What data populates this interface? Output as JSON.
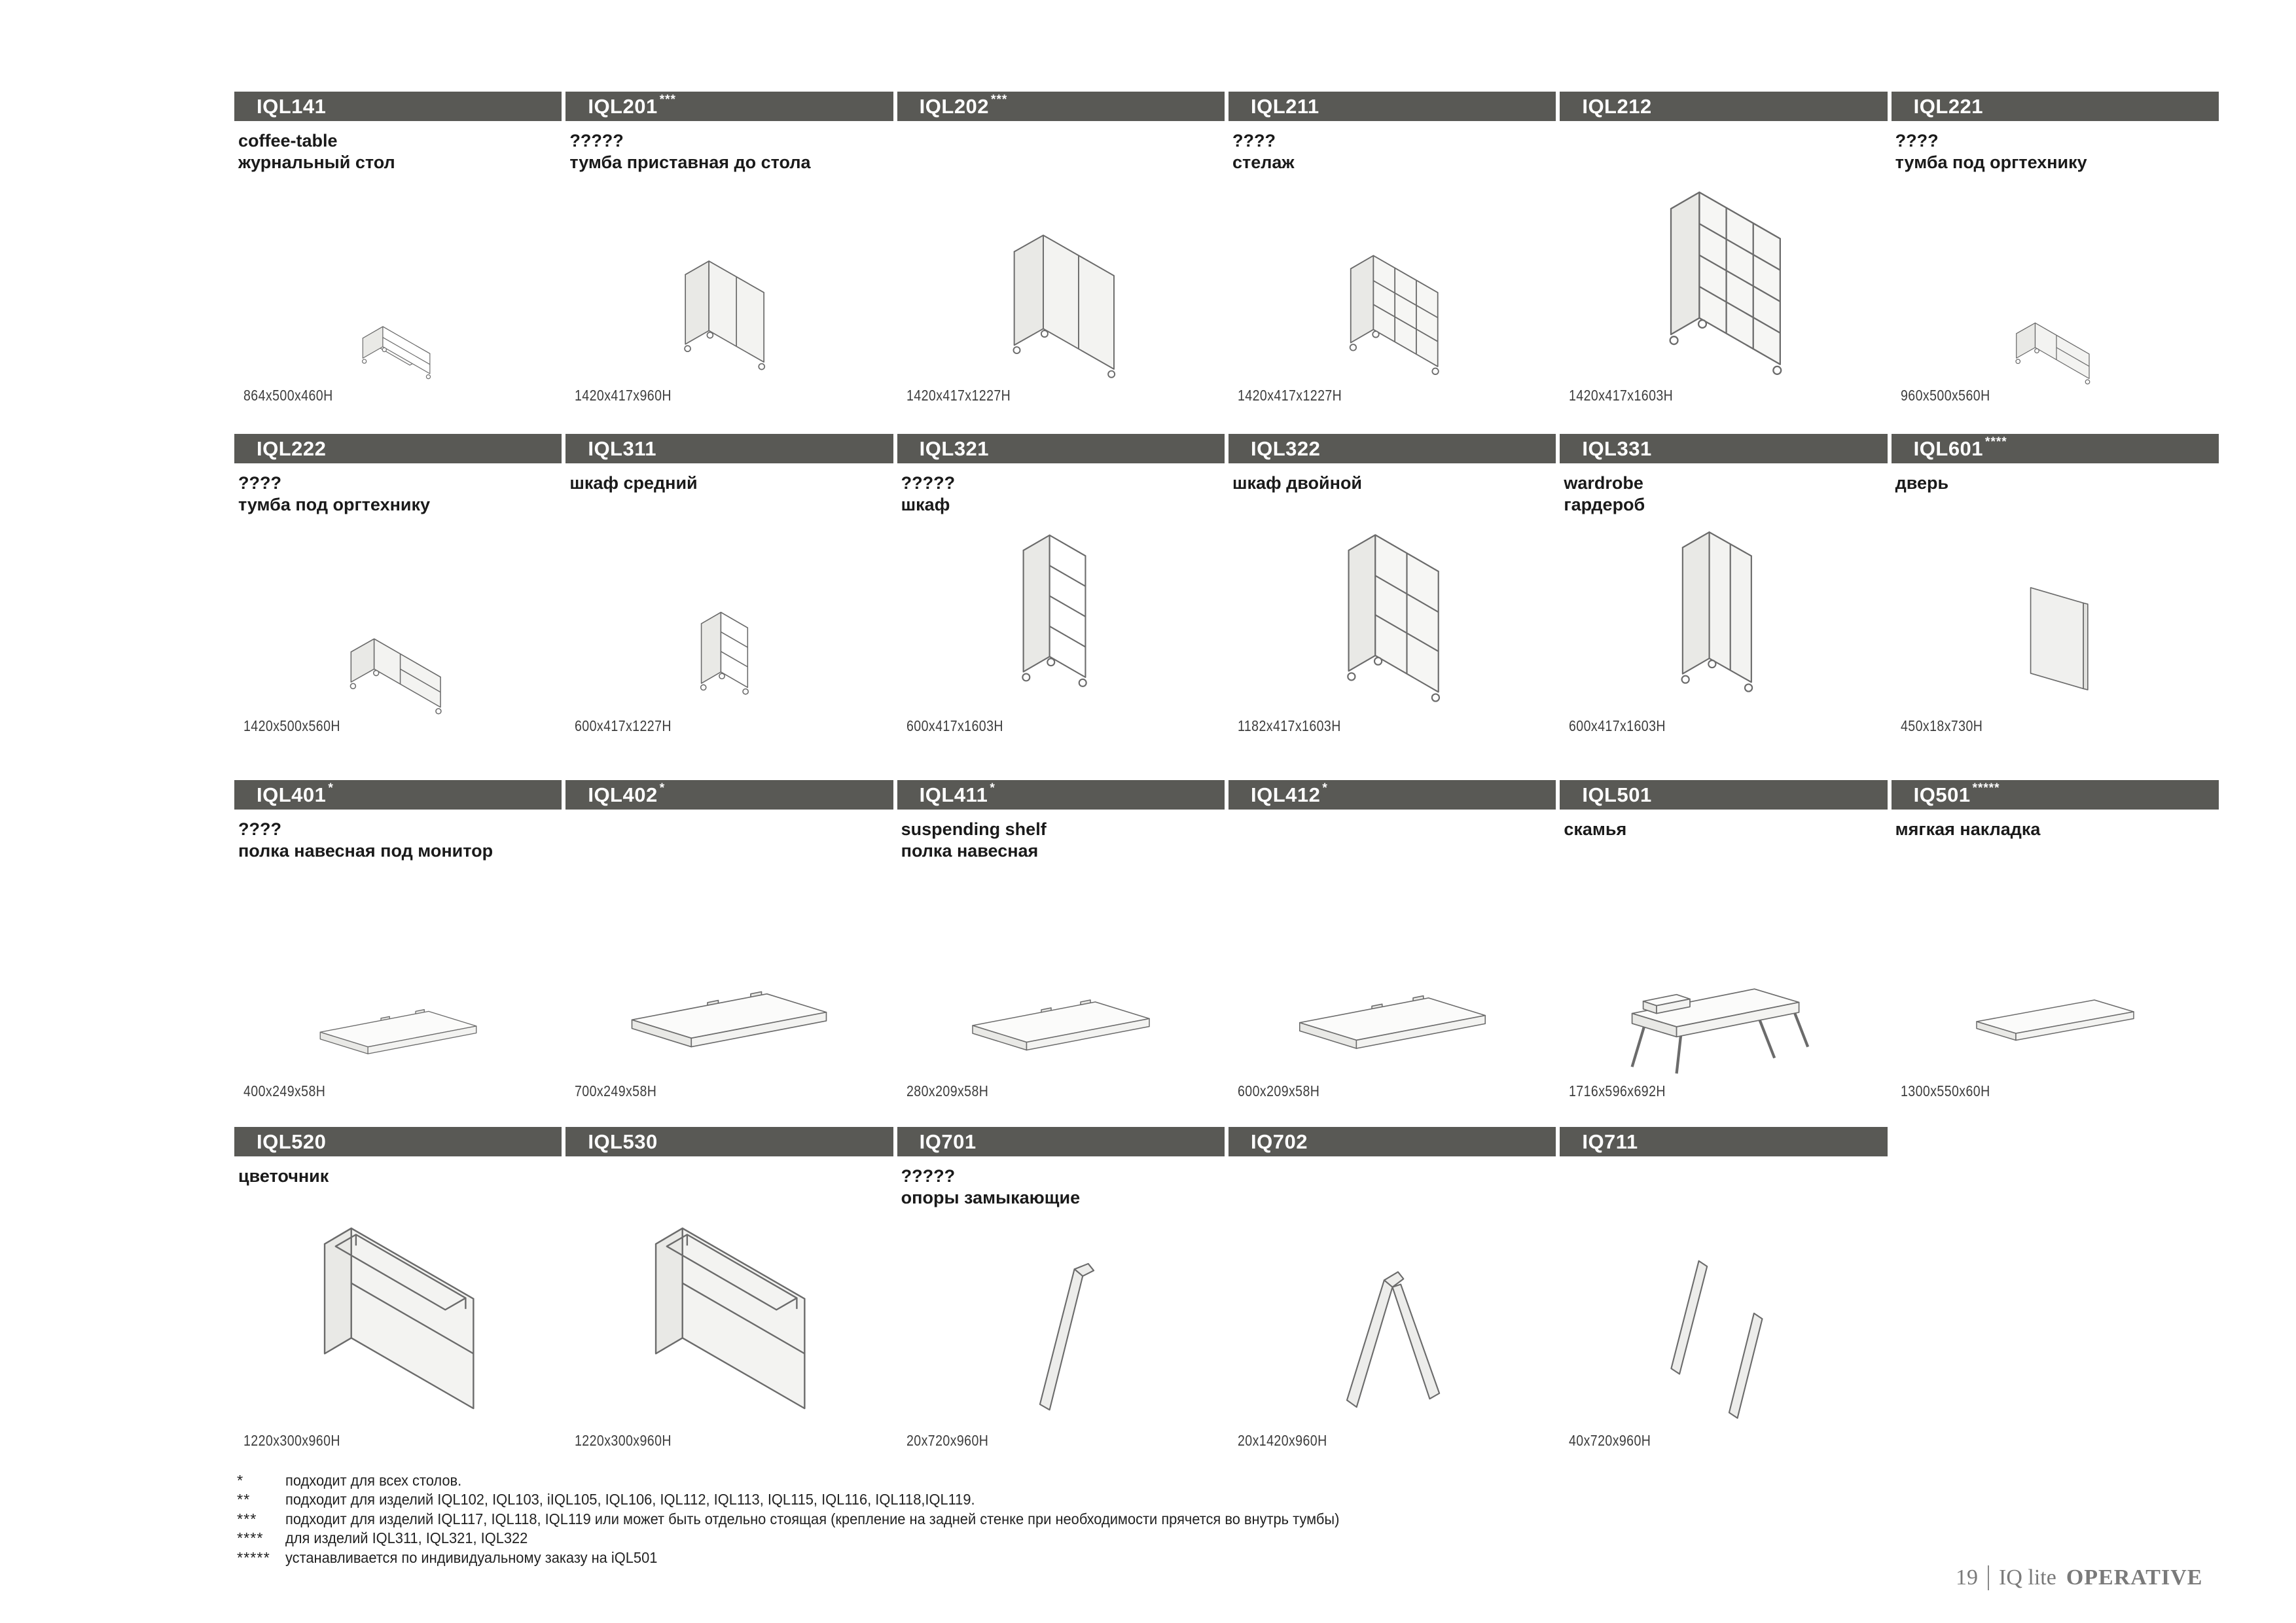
{
  "colors": {
    "header_bar": "#595955",
    "header_text": "#ffffff",
    "body_text": "#1a1a1a",
    "dims_text": "#3c3c3c",
    "footer_text": "#7a7a7a"
  },
  "rows": [
    {
      "cells": [
        {
          "code": "IQL141",
          "sup": "",
          "title1": "coffee-table",
          "title2": "журнальный стол",
          "dims": "864x500x460H"
        },
        {
          "code": "IQL201",
          "sup": "***",
          "title1": "?????",
          "title2": "тумба приставная до стола",
          "dims": "1420x417x960H"
        },
        {
          "code": "IQL202",
          "sup": "***",
          "title1": "",
          "title2": "",
          "dims": "1420x417x1227H"
        },
        {
          "code": "IQL211",
          "sup": "",
          "title1": "????",
          "title2": "стелаж",
          "dims": "1420x417x1227H"
        },
        {
          "code": "IQL212",
          "sup": "",
          "title1": "",
          "title2": "",
          "dims": "1420x417x1603H"
        },
        {
          "code": "IQL221",
          "sup": "",
          "title1": "????",
          "title2": "тумба под оргтехнику",
          "dims": "960x500x560H"
        }
      ]
    },
    {
      "cells": [
        {
          "code": "IQL222",
          "sup": "",
          "title1": "????",
          "title2": "тумба под оргтехнику",
          "dims": "1420x500x560H"
        },
        {
          "code": "IQL311",
          "sup": "",
          "title1": "шкаф средний",
          "title2": "",
          "dims": "600x417x1227H"
        },
        {
          "code": "IQL321",
          "sup": "",
          "title1": "?????",
          "title2": "шкаф",
          "dims": "600x417x1603H"
        },
        {
          "code": "IQL322",
          "sup": "",
          "title1": "шкаф двойной",
          "title2": "",
          "dims": "1182x417x1603H"
        },
        {
          "code": "IQL331",
          "sup": "",
          "title1": "wardrobe",
          "title2": "гардероб",
          "dims": "600x417x1603H"
        },
        {
          "code": "IQL601",
          "sup": "****",
          "title1": "дверь",
          "title2": "",
          "dims": "450x18x730H"
        }
      ]
    },
    {
      "cells": [
        {
          "code": "IQL401",
          "sup": "*",
          "title1": "????",
          "title2": "полка навесная под монитор",
          "dims": "400x249x58H"
        },
        {
          "code": "IQL402",
          "sup": "*",
          "title1": "",
          "title2": "",
          "dims": "700x249x58H"
        },
        {
          "code": "IQL411",
          "sup": "*",
          "title1": "suspending shelf",
          "title2": "полка навесная",
          "dims": "280x209x58H"
        },
        {
          "code": "IQL412",
          "sup": "*",
          "title1": "",
          "title2": "",
          "dims": "600x209x58H"
        },
        {
          "code": "IQL501",
          "sup": "",
          "title1": "скамья",
          "title2": "",
          "dims": "1716x596x692H"
        },
        {
          "code": "IQ501",
          "sup": "*****",
          "title1": "мягкая накладка",
          "title2": "",
          "dims": "1300x550x60H"
        }
      ]
    },
    {
      "cells": [
        {
          "code": "IQL520",
          "sup": "",
          "title1": "цветочник",
          "title2": "",
          "dims": "1220x300x960H"
        },
        {
          "code": "IQL530",
          "sup": "",
          "title1": "",
          "title2": "",
          "dims": "1220x300x960H"
        },
        {
          "code": "IQ701",
          "sup": "",
          "title1": "?????",
          "title2": "опоры замыкающие",
          "dims": "20x720x960H"
        },
        {
          "code": "IQ702",
          "sup": "",
          "title1": "",
          "title2": "",
          "dims": "20x1420x960H"
        },
        {
          "code": "IQ711",
          "sup": "",
          "title1": "",
          "title2": "",
          "dims": "40x720x960H"
        }
      ]
    }
  ],
  "footnotes": [
    {
      "marker": "*",
      "text": "подходит для всех столов."
    },
    {
      "marker": "**",
      "text": "подходит для изделий IQL102, IQL103, iIQL105, IQL106, IQL112, IQL113, IQL115, IQL116, IQL118,IQL119."
    },
    {
      "marker": "***",
      "text": "подходит для изделий IQL117, IQL118, IQL119 или может быть  отдельно стоящая (крепление на задней стенке при необходимости прячется во внутрь тумбы)"
    },
    {
      "marker": "****",
      "text": "для изделий IQL311, IQL321, IQL322"
    },
    {
      "marker": "*****",
      "text": "устанавливается по индивидуальному заказу на iQL501"
    }
  ],
  "footer": {
    "page_number": "19",
    "brand": "IQ lite",
    "brand_bold": "OPERATIVE"
  }
}
